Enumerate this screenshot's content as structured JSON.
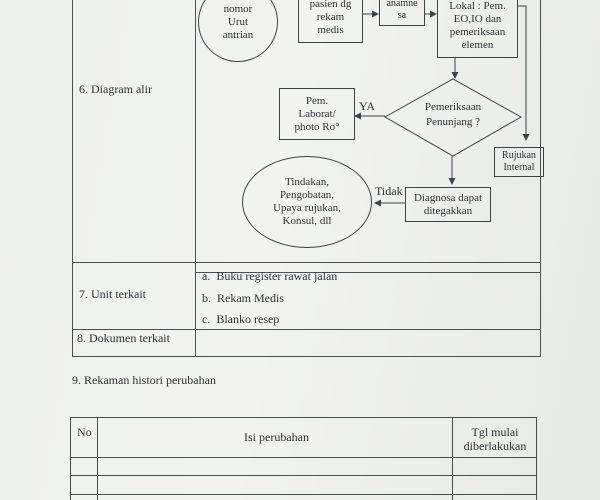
{
  "flowchart": {
    "node_queue": [
      "nomor",
      "Urut",
      "antrian"
    ],
    "node_record": [
      "pasien dg",
      "rekam",
      "medis"
    ],
    "node_anamnesa": [
      "anamne",
      "sa"
    ],
    "node_local": [
      "Lokal : Pem.",
      "EO,IO dan",
      "pemeriksaan",
      "elemen"
    ],
    "node_support": [
      "Pemeriksaan",
      "Penunjang ?"
    ],
    "node_lab": [
      "Pem.",
      "Laborat/",
      "photo Ro°"
    ],
    "label_yes": "YA",
    "node_internal": [
      "Rujukan",
      "Internal"
    ],
    "node_treatment": [
      "Tindakan,",
      "Pengobatan,",
      "Upaya rujukan,",
      "Konsul, dll"
    ],
    "label_no": "Tidak",
    "node_diagnosis": [
      "Diagnosa dapat",
      "ditegakkan"
    ]
  },
  "rows": {
    "flow_label": "6. Diagram alir",
    "unit_label": "7. Unit terkait",
    "unit_items": [
      {
        "marker": "a.",
        "text": "Buku register rawat jalan"
      },
      {
        "marker": "b.",
        "text": "Rekam Medis"
      },
      {
        "marker": "c.",
        "text": "Blanko resep"
      }
    ],
    "doc_label": "8. Dokumen  terkait"
  },
  "history": {
    "title": "9.  Rekaman histori perubahan",
    "col_no": "No",
    "col_content": "Isi perubahan",
    "col_date": [
      "Tgl mulai",
      "diberlakukan"
    ]
  }
}
